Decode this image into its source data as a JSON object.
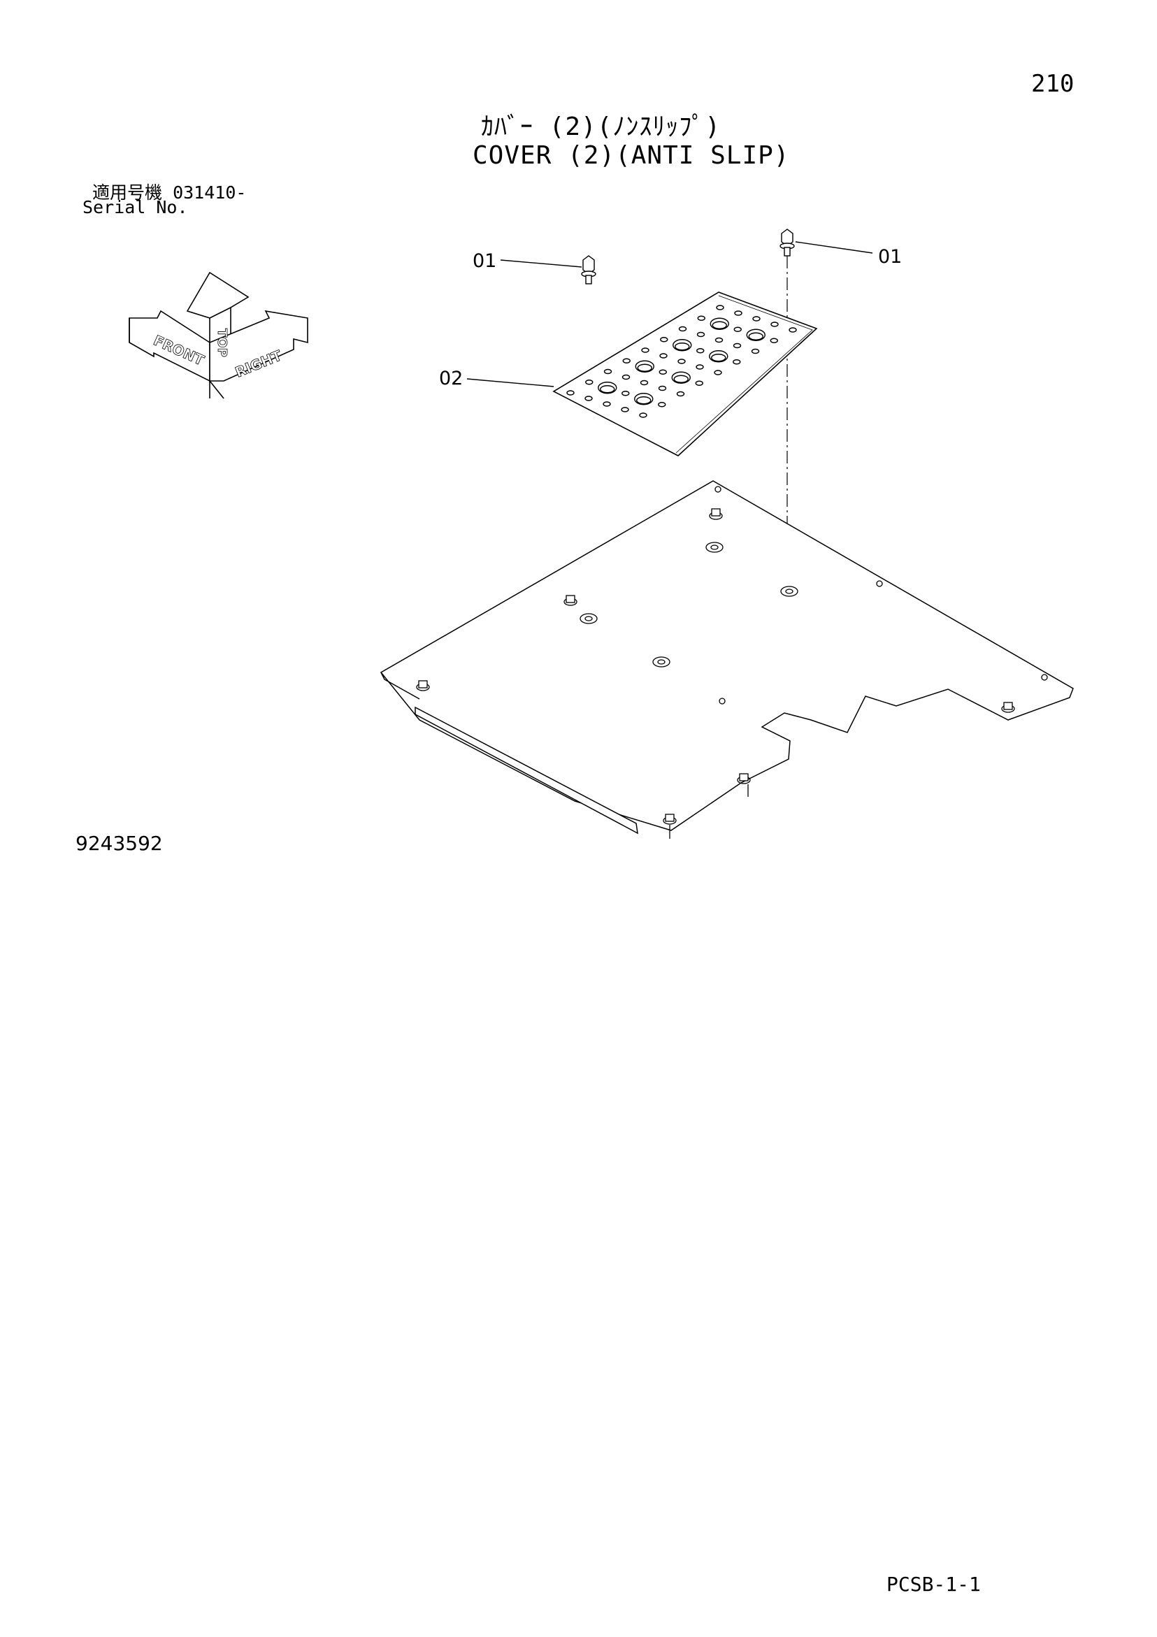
{
  "header": {
    "page_number": "210",
    "title_jp": "ｶﾊﾞｰ (2)(ﾉﾝｽﾘｯﾌﾟ)",
    "title_en": "COVER (2)(ANTI SLIP)"
  },
  "serial": {
    "label_jp": "適用号機",
    "range": "031410-",
    "label_en": "Serial No."
  },
  "orientation": {
    "top": "TOP",
    "front": "FRONT",
    "right": "RIGHT"
  },
  "callouts": {
    "bolt_left": "01",
    "bolt_right": "01",
    "plate": "02"
  },
  "drawing_number": "9243592",
  "footer_code": "PCSB-1-1"
}
